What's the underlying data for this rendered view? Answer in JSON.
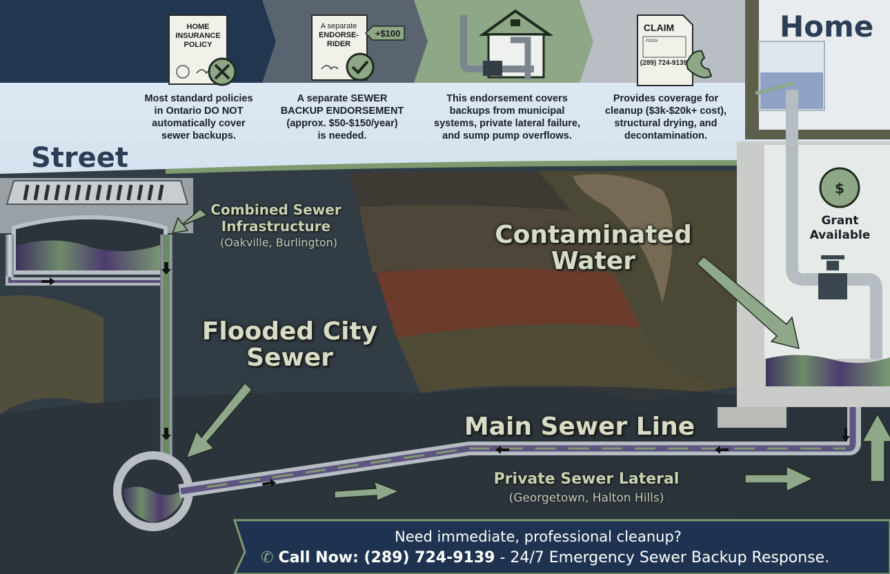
{
  "banner": {
    "steps": [
      {
        "doc_lines": [
          "HOME",
          "INSURANCE",
          "POLICY"
        ],
        "text": [
          "Most standard policies",
          "in Ontario DO NOT",
          "automatically cover",
          "sewer backups."
        ]
      },
      {
        "doc_lines": [
          "A separate",
          "ENDORSE-",
          "RIDER"
        ],
        "price_tag": "+$100",
        "text": [
          "A separate SEWER",
          "BACKUP ENDORSEMENT",
          "(approx. $50-$150/year)",
          "is needed."
        ]
      },
      {
        "text": [
          "This endorsement covers",
          "backups from municipal",
          "systems, private lateral failure,",
          "and sump pump overflows."
        ]
      },
      {
        "doc_title": "CLAIM",
        "doc_field": "FOON",
        "doc_phone": "(289) 724-9139",
        "text": [
          "Provides coverage for",
          "cleanup ($3k-$20k+ cost),",
          "structural drying, and",
          "decontamination."
        ]
      }
    ]
  },
  "labels": {
    "street": "Street",
    "home": "Home",
    "combined_sewer": [
      "Combined Sewer",
      "Infrastructure"
    ],
    "combined_sewer_sub": "(Oakville, Burlington)",
    "flooded_city_sewer": [
      "Flooded City",
      "Sewer"
    ],
    "contaminated_water": [
      "Contaminated",
      "Water"
    ],
    "main_sewer_line": "Main Sewer Line",
    "private_lateral": "Private Sewer Lateral",
    "private_lateral_sub": "(Georgetown, Halton Hills)",
    "grant": [
      "Grant",
      "Available"
    ]
  },
  "footer": {
    "line1": "Need immediate, professional cleanup?",
    "call_label": "Call Now: (289) 724-9139",
    "call_rest": " - 24/7 Emergency Sewer Backup Response."
  },
  "colors": {
    "banner_bg": "#dfe9f3",
    "navy": "#22364f",
    "sage": "#8fa88a",
    "sewage": "#4a3d66",
    "footer_bg": "#1f3350"
  }
}
